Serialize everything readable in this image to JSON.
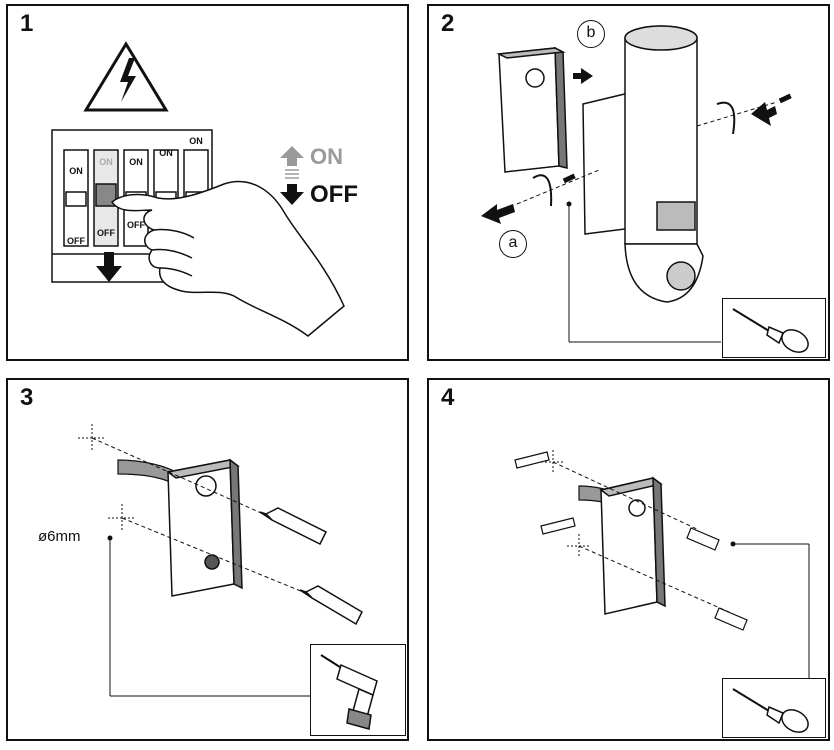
{
  "panels": [
    {
      "number": "1"
    },
    {
      "number": "2"
    },
    {
      "number": "3"
    },
    {
      "number": "4"
    }
  ],
  "step1": {
    "switch_top_labels": [
      "ON",
      "ON",
      "ON",
      "ON",
      "ON"
    ],
    "switch_bottom_labels": [
      "OFF",
      "OFF",
      "OFF"
    ],
    "legend_on": "ON",
    "legend_off": "OFF"
  },
  "step2": {
    "callout_a": "a",
    "callout_b": "b"
  },
  "step3": {
    "drill_diameter": "ø6mm"
  },
  "colors": {
    "line": "#111111",
    "muted": "#9a9a9a",
    "shade": "#8a8a8a"
  }
}
